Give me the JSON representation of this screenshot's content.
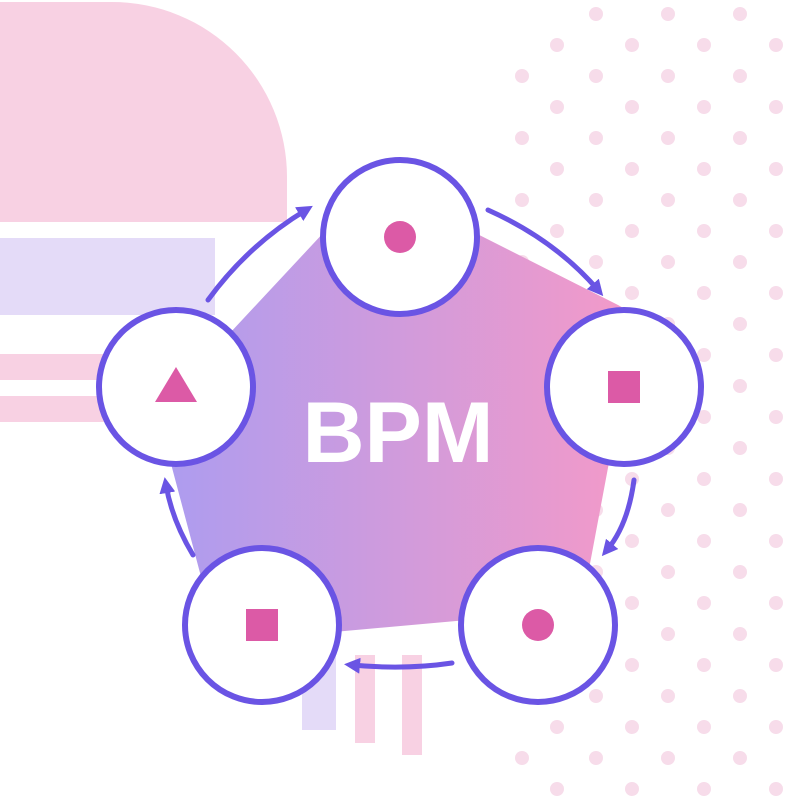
{
  "diagram": {
    "center_label": "BPM",
    "colors": {
      "accent": "#6a54e4",
      "marker": "#dc5aa6",
      "pink_light": "#f8d1e3",
      "lavender_light": "#e4dbf8",
      "dot": "#f7dcea",
      "gradient_start": "#ac9cf0",
      "gradient_end": "#f49ac8"
    },
    "nodes": [
      {
        "name": "node-top",
        "marker": "circle"
      },
      {
        "name": "node-right",
        "marker": "square"
      },
      {
        "name": "node-bottom-right",
        "marker": "circle"
      },
      {
        "name": "node-bottom-left",
        "marker": "square"
      },
      {
        "name": "node-left",
        "marker": "triangle"
      }
    ],
    "cycle_direction": "clockwise"
  }
}
